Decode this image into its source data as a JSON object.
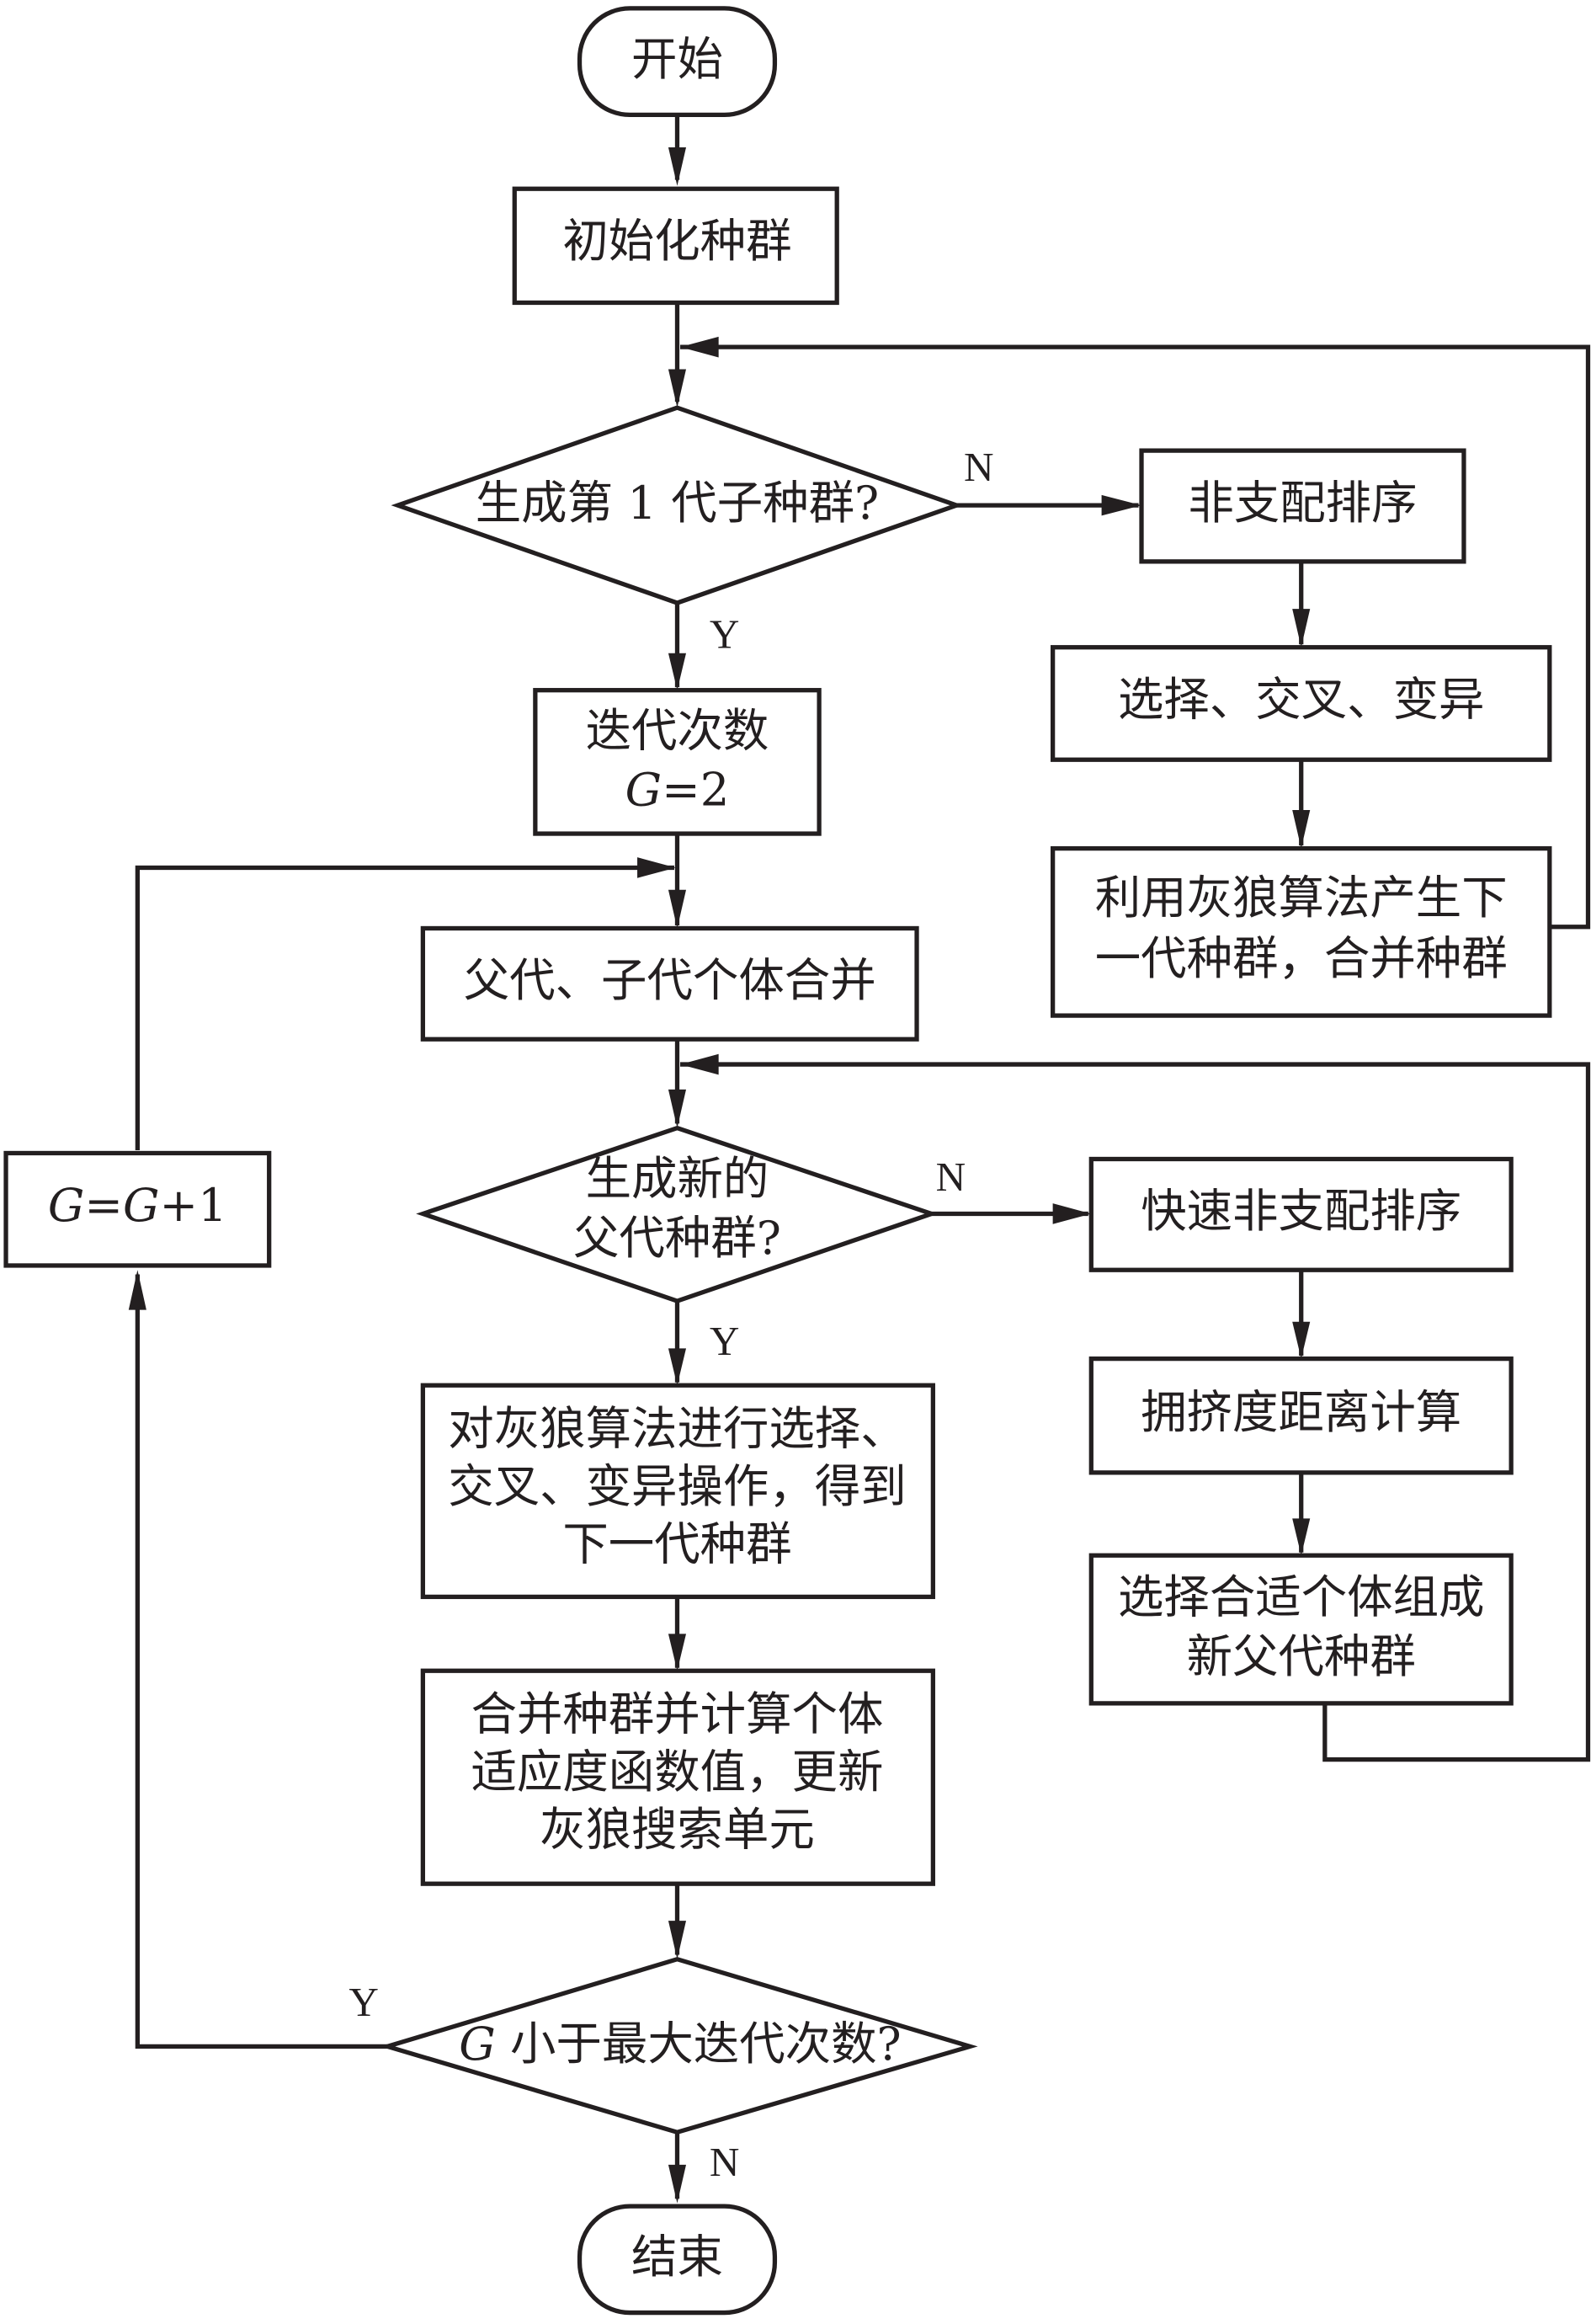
{
  "diagram": {
    "type": "flowchart",
    "nodes": {
      "start": {
        "kind": "terminal",
        "lines": [
          "开始"
        ]
      },
      "init": {
        "kind": "process",
        "lines": [
          "初始化种群"
        ]
      },
      "dec1": {
        "kind": "decision",
        "lines": [
          "生成第 1 代子种群?"
        ]
      },
      "nds": {
        "kind": "process",
        "lines": [
          "非支配排序"
        ]
      },
      "sel1": {
        "kind": "process",
        "lines": [
          "选择、交叉、变异"
        ]
      },
      "gwo1": {
        "kind": "process",
        "lines": [
          "利用灰狼算法产生下",
          "一代种群，合并种群"
        ]
      },
      "iter": {
        "kind": "process",
        "lines": [
          "迭代次数",
          "G=2"
        ]
      },
      "merge": {
        "kind": "process",
        "lines": [
          "父代、子代个体合并"
        ]
      },
      "dec2": {
        "kind": "decision",
        "lines": [
          "生成新的",
          "父代种群?"
        ]
      },
      "fnds": {
        "kind": "process",
        "lines": [
          "快速非支配排序"
        ]
      },
      "crowd": {
        "kind": "process",
        "lines": [
          "拥挤度距离计算"
        ]
      },
      "selnew": {
        "kind": "process",
        "lines": [
          "选择合适个体组成",
          "新父代种群"
        ]
      },
      "gwo2": {
        "kind": "process",
        "lines": [
          "对灰狼算法进行选择、",
          "交叉、变异操作，得到",
          "下一代种群"
        ]
      },
      "fit": {
        "kind": "process",
        "lines": [
          "合并种群并计算个体",
          "适应度函数值，更新",
          "灰狼搜索单元"
        ]
      },
      "inc": {
        "kind": "process",
        "lines": [
          "G=G+1"
        ]
      },
      "dec3": {
        "kind": "decision",
        "lines": [
          "G 小于最大迭代次数?"
        ]
      },
      "end": {
        "kind": "terminal",
        "lines": [
          "结束"
        ]
      }
    },
    "edge_labels": {
      "dec1_no": "N",
      "dec1_yes": "Y",
      "dec2_no": "N",
      "dec2_yes": "Y",
      "dec3_yes": "Y",
      "dec3_no": "N"
    },
    "edges": [
      [
        "start",
        "init"
      ],
      [
        "init",
        "dec1"
      ],
      [
        "dec1",
        "nds",
        "N"
      ],
      [
        "dec1",
        "iter",
        "Y"
      ],
      [
        "nds",
        "sel1"
      ],
      [
        "sel1",
        "gwo1"
      ],
      [
        "gwo1",
        "dec1"
      ],
      [
        "iter",
        "merge"
      ],
      [
        "merge",
        "dec2"
      ],
      [
        "dec2",
        "fnds",
        "N"
      ],
      [
        "dec2",
        "gwo2",
        "Y"
      ],
      [
        "fnds",
        "crowd"
      ],
      [
        "crowd",
        "selnew"
      ],
      [
        "selnew",
        "dec2"
      ],
      [
        "gwo2",
        "fit"
      ],
      [
        "fit",
        "dec3"
      ],
      [
        "dec3",
        "inc",
        "Y"
      ],
      [
        "dec3",
        "end",
        "N"
      ],
      [
        "inc",
        "merge"
      ]
    ]
  }
}
